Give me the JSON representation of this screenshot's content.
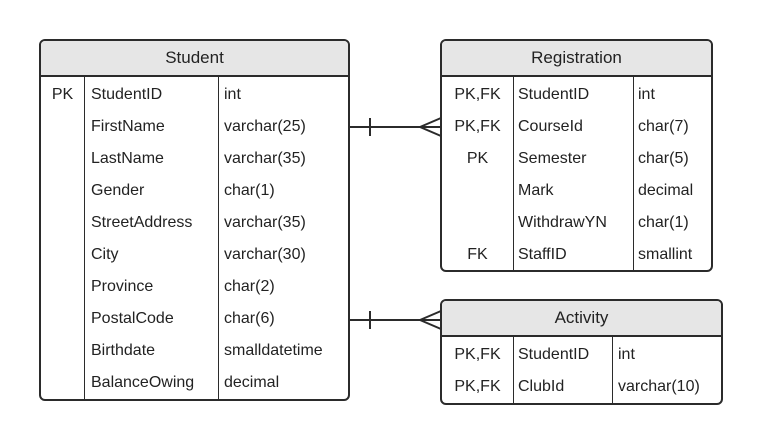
{
  "entities": {
    "student": {
      "title": "Student",
      "rows": [
        {
          "key": "PK",
          "name": "StudentID",
          "type": "int"
        },
        {
          "key": "",
          "name": "FirstName",
          "type": "varchar(25)"
        },
        {
          "key": "",
          "name": "LastName",
          "type": "varchar(35)"
        },
        {
          "key": "",
          "name": "Gender",
          "type": "char(1)"
        },
        {
          "key": "",
          "name": "StreetAddress",
          "type": "varchar(35)"
        },
        {
          "key": "",
          "name": "City",
          "type": "varchar(30)"
        },
        {
          "key": "",
          "name": "Province",
          "type": "char(2)"
        },
        {
          "key": "",
          "name": "PostalCode",
          "type": "char(6)"
        },
        {
          "key": "",
          "name": "Birthdate",
          "type": "smalldatetime"
        },
        {
          "key": "",
          "name": "BalanceOwing",
          "type": "decimal"
        }
      ]
    },
    "registration": {
      "title": "Registration",
      "rows": [
        {
          "key": "PK,FK",
          "name": "StudentID",
          "type": "int"
        },
        {
          "key": "PK,FK",
          "name": "CourseId",
          "type": "char(7)"
        },
        {
          "key": "PK",
          "name": "Semester",
          "type": "char(5)"
        },
        {
          "key": "",
          "name": "Mark",
          "type": "decimal"
        },
        {
          "key": "",
          "name": "WithdrawYN",
          "type": "char(1)"
        },
        {
          "key": "FK",
          "name": "StaffID",
          "type": "smallint"
        }
      ]
    },
    "activity": {
      "title": "Activity",
      "rows": [
        {
          "key": "PK,FK",
          "name": "StudentID",
          "type": "int"
        },
        {
          "key": "PK,FK",
          "name": "ClubId",
          "type": "varchar(10)"
        }
      ]
    }
  },
  "relationships": [
    {
      "from": "student",
      "to": "registration",
      "cardinality": "one-to-many"
    },
    {
      "from": "student",
      "to": "activity",
      "cardinality": "one-to-many"
    }
  ],
  "colors": {
    "border": "#2b2b2b",
    "header_fill": "#e6e6e6",
    "text": "#222222"
  }
}
